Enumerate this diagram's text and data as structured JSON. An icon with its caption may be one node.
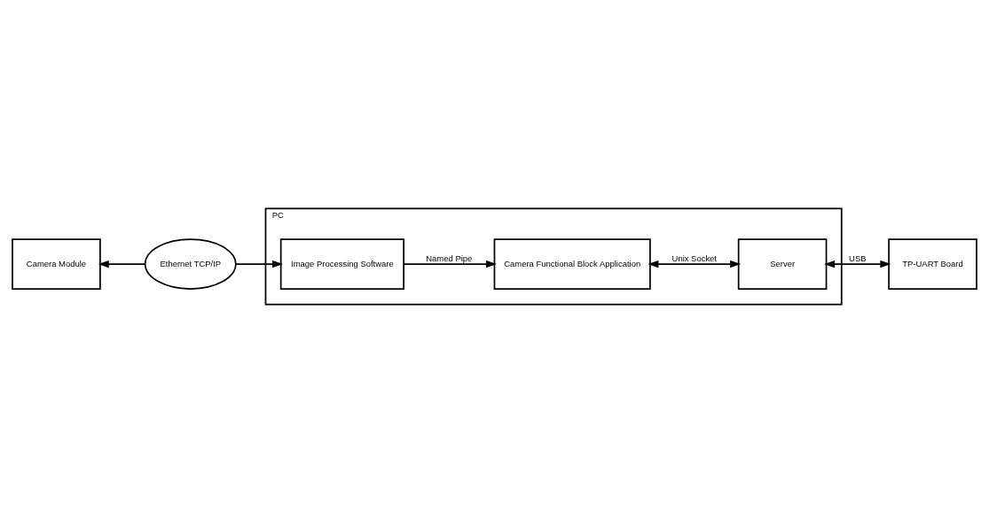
{
  "diagram": {
    "nodes": [
      {
        "text": [
          "Camera Module"
        ]
      },
      {
        "text": [
          "Ethernet TCP/IP"
        ]
      },
      {
        "text": [
          "PC"
        ]
      },
      {
        "text": [
          "Image Processing Software"
        ],
        "in": 2
      },
      {
        "text": [
          "Camera Functional Block Application"
        ],
        "in": 2
      },
      {
        "text": [
          "Server"
        ],
        "in": 2
      },
      {
        "text": [
          "TP-UART Board"
        ]
      }
    ],
    "edges": [
      {
        "from": 1,
        "to": 0,
        "arrow": "to"
      },
      {
        "from": 1,
        "to": 3,
        "arrow": "to"
      },
      {
        "from": 3,
        "to": 4,
        "arrow": "to",
        "label": "Named Pipe"
      },
      {
        "from": 4,
        "to": 5,
        "arrow": "both",
        "label": "Unix Socket"
      },
      {
        "from": 5,
        "to": 6,
        "arrow": "both",
        "label": "USB"
      }
    ]
  }
}
